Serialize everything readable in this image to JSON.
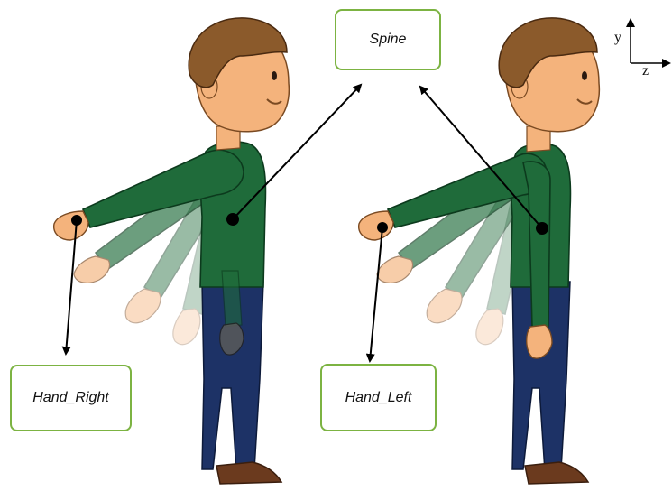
{
  "labels": {
    "spine": "Spine",
    "hand_right": "Hand_Right",
    "hand_left": "Hand_Left"
  },
  "axes": {
    "y": "y",
    "z": "z"
  },
  "colors": {
    "shirt": "#1f6b3a",
    "pants": "#1d3266",
    "skin": "#f4b37c",
    "hair": "#8b5a2b",
    "shoes": "#6b3a1e",
    "box_border": "#7cb342"
  }
}
